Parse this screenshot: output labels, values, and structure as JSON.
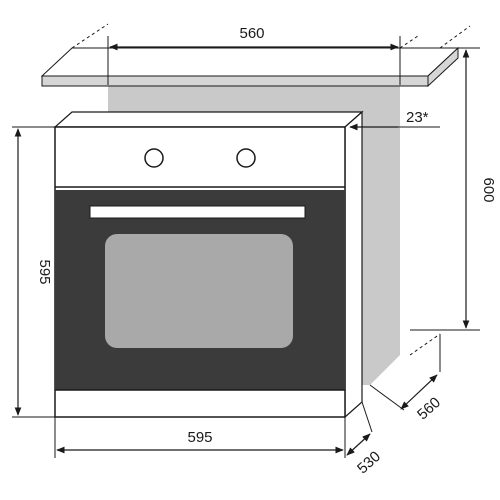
{
  "dimensions": {
    "niche_width": "560",
    "height_niche": "600",
    "depth_offset": "23*",
    "oven_height": "595",
    "oven_width": "595",
    "niche_depth": "560",
    "oven_depth": "530"
  },
  "colors": {
    "line": "#1a1a1a",
    "niche_gray": "#c9c9c9",
    "door_glass_dark": "#3b3b3b",
    "window_gray": "#a9a9a9",
    "countertop_fill": "#d6d6d6",
    "oven_body": "#ffffff"
  }
}
